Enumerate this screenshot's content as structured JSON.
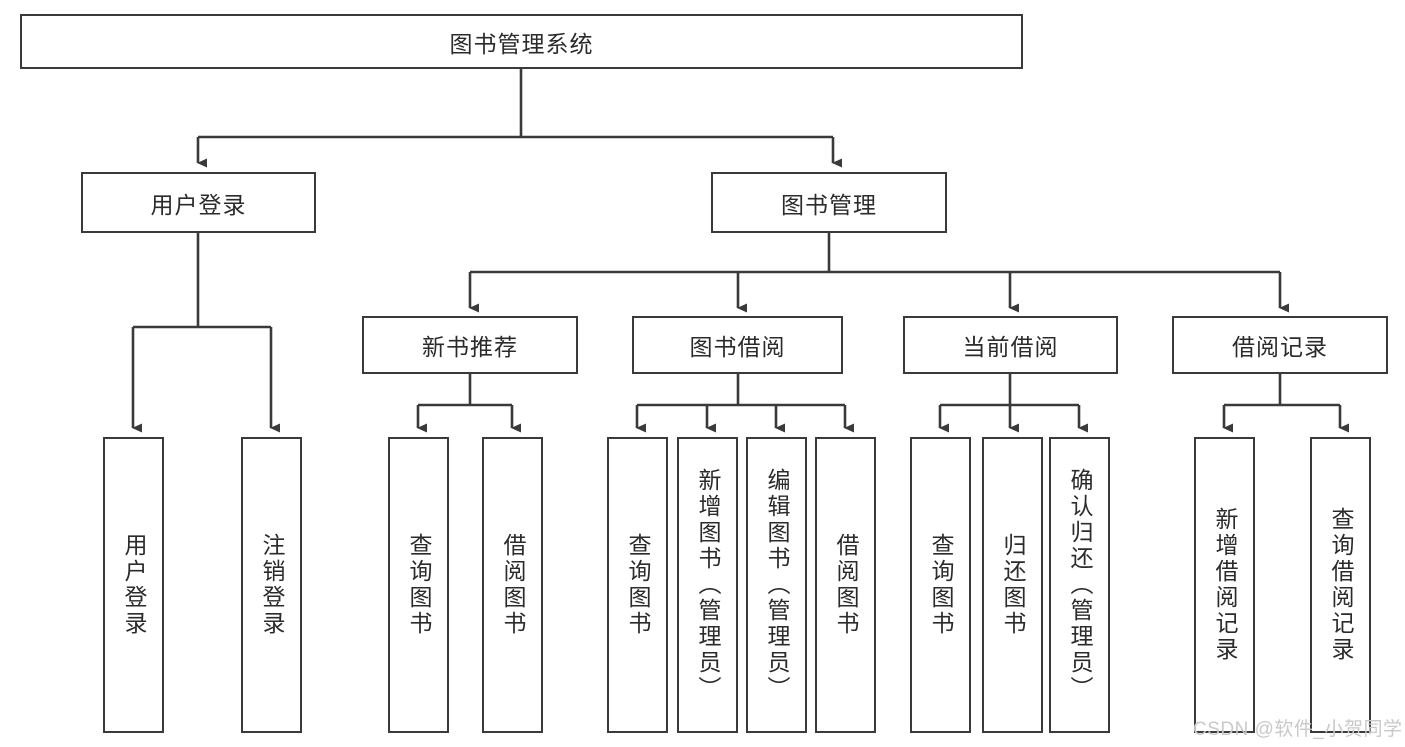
{
  "diagram": {
    "title": "图书管理系统",
    "type": "hierarchy-tree",
    "stroke_color": "#3a3a3a",
    "text_color": "#2b2b2b",
    "background_color": "#ffffff"
  },
  "root": {
    "label": "图书管理系统"
  },
  "level2": [
    {
      "label": "用户登录"
    },
    {
      "label": "图书管理"
    }
  ],
  "level3": [
    {
      "label": "新书推荐"
    },
    {
      "label": "图书借阅"
    },
    {
      "label": "当前借阅"
    },
    {
      "label": "借阅记录"
    }
  ],
  "leaves": {
    "user_login": [
      {
        "label": "用户登录"
      },
      {
        "label": "注销登录"
      }
    ],
    "new_book": [
      {
        "label": "查询图书"
      },
      {
        "label": "借阅图书"
      }
    ],
    "book_borrow": [
      {
        "label": "查询图书"
      },
      {
        "label": "新增图书（管理员）"
      },
      {
        "label": "编辑图书（管理员）"
      },
      {
        "label": "借阅图书"
      }
    ],
    "current_borrow": [
      {
        "label": "查询图书"
      },
      {
        "label": "归还图书"
      },
      {
        "label": "确认归还（管理员）"
      }
    ],
    "borrow_record": [
      {
        "label": "新增借阅记录"
      },
      {
        "label": "查询借阅记录"
      }
    ]
  },
  "watermark": {
    "text": "CSDN @软件_小贺同学",
    "color": "#c9c9c9"
  }
}
